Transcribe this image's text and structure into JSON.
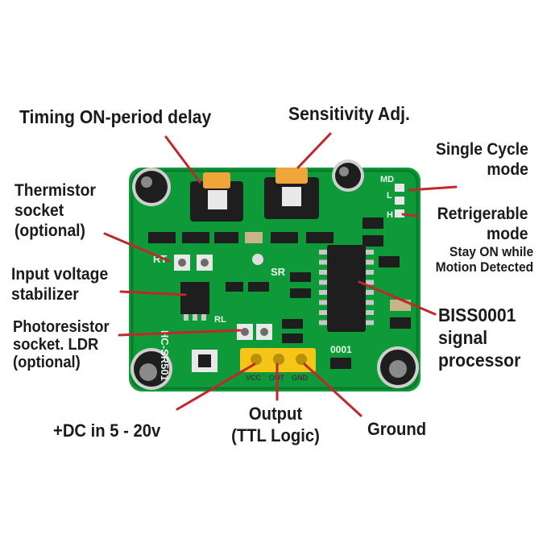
{
  "colors": {
    "board": "#0f9a3a",
    "board_dark": "#0a7a2c",
    "pointer": "#c1272d",
    "pot": "#f0a53b",
    "header_pins": "#f5c518",
    "capacitor": "#1e1e1e"
  },
  "labels": {
    "timing": "Timing ON-period delay",
    "sensitivity": "Sensitivity Adj.",
    "single_cycle": [
      "Single Cycle",
      "mode"
    ],
    "thermistor": [
      "Thermistor",
      "socket",
      "(optional)"
    ],
    "retrigerable": [
      "Retrigerable",
      "mode"
    ],
    "stay_on": [
      "Stay ON while",
      "Motion Detected"
    ],
    "input_voltage": [
      "Input voltage",
      "stabilizer"
    ],
    "biss": [
      "BISS0001",
      "signal",
      "processor"
    ],
    "photoresistor": [
      "Photoresistor",
      "socket. LDR",
      "(optional)"
    ],
    "dc_in": "+DC in 5 - 20v",
    "output": [
      "Output",
      "(TTL Logic)"
    ],
    "ground": "Ground"
  },
  "silkscreen": {
    "md": "MD",
    "l": "L",
    "h": "H",
    "rt": "RT",
    "sr": "SR",
    "rl": "RL",
    "model": "HC-SR501",
    "chip": "0001",
    "pins": [
      "VCC",
      "OUT",
      "GND"
    ]
  }
}
